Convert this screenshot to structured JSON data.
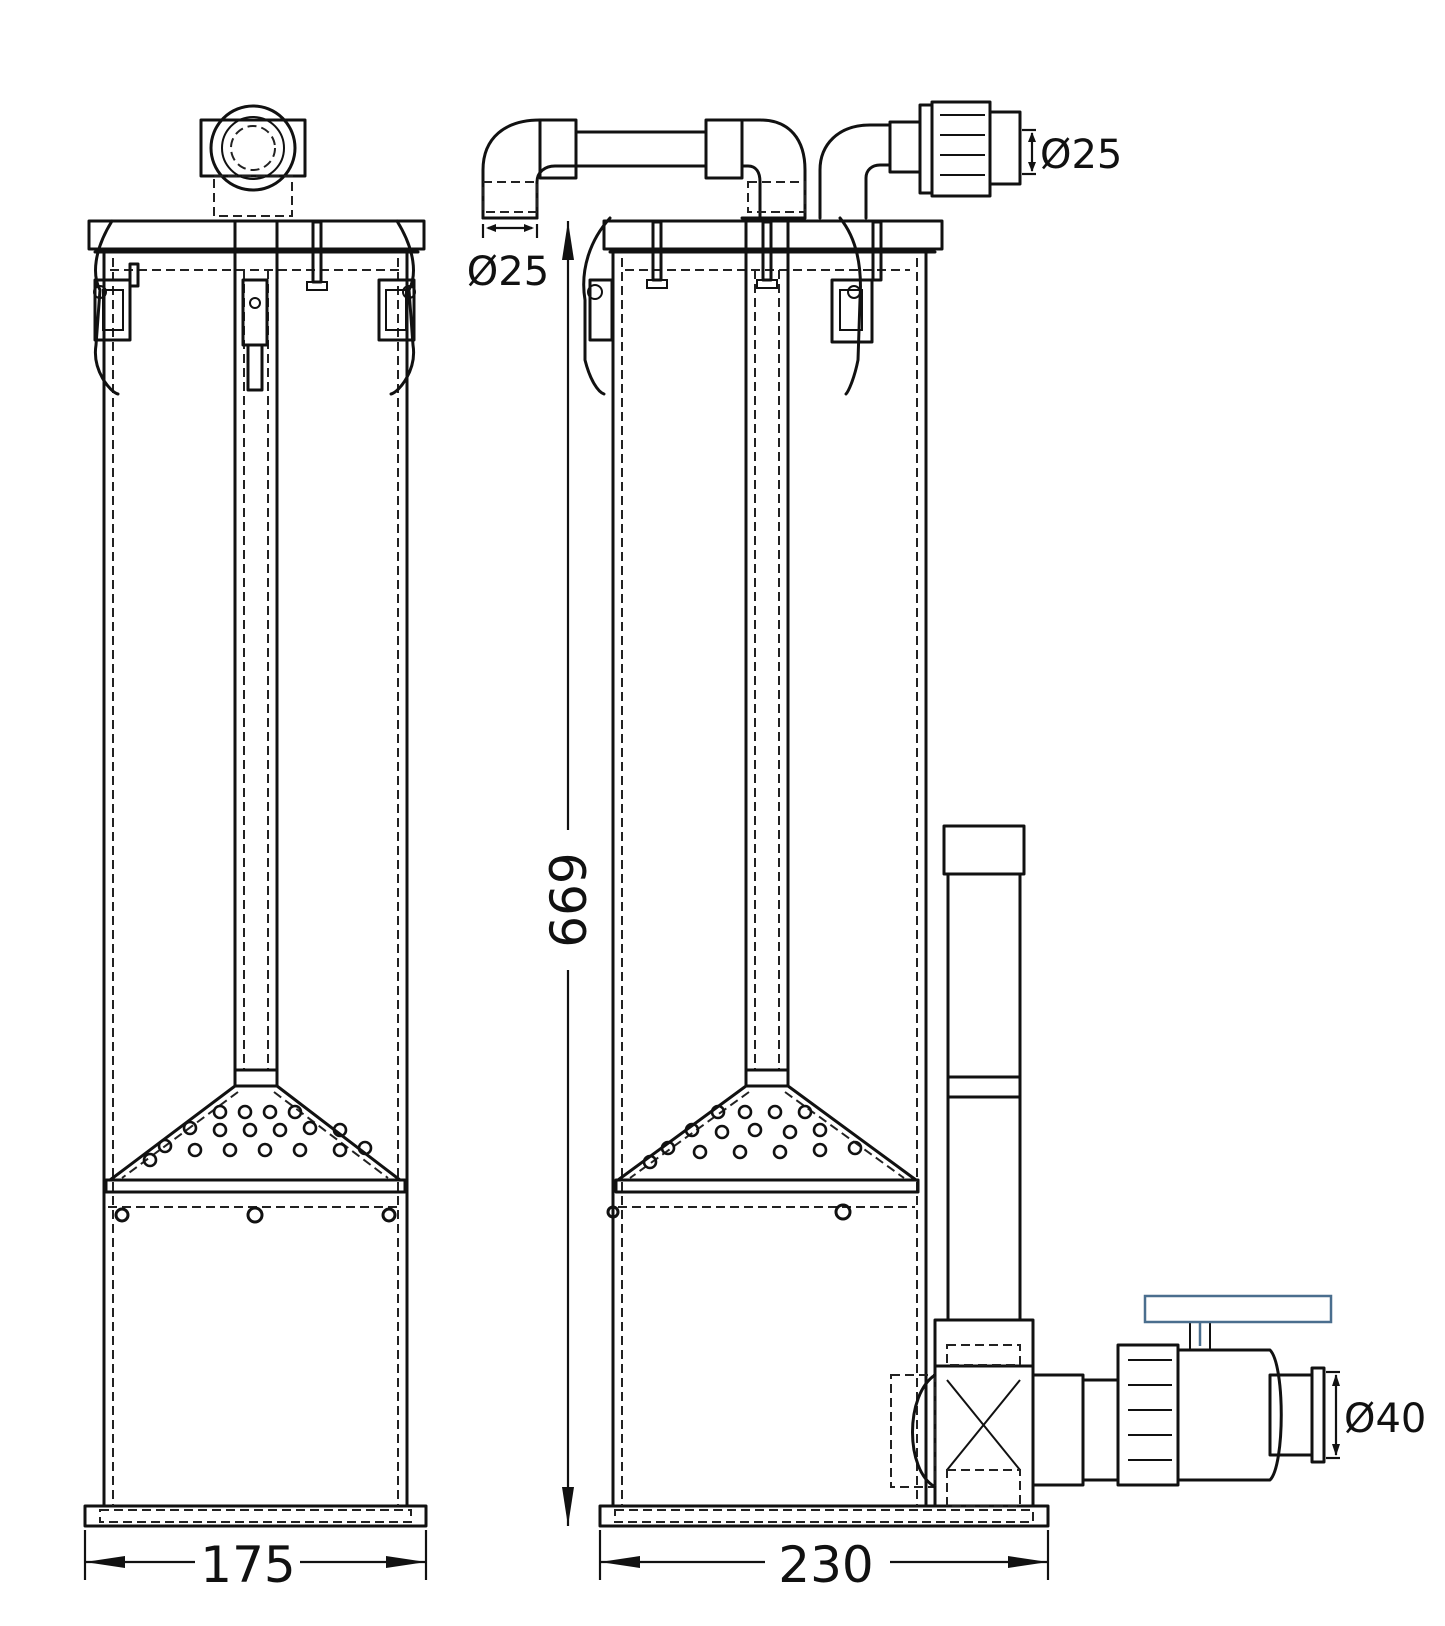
{
  "labels": {
    "width_front": "175",
    "width_side": "230",
    "height": "669",
    "pipe_left": "Ø25",
    "pipe_top": "Ø25",
    "outlet": "Ø40"
  },
  "colors": {
    "line": "#111111",
    "valve_handle": "#4a6e8e",
    "background": "#ffffff"
  }
}
